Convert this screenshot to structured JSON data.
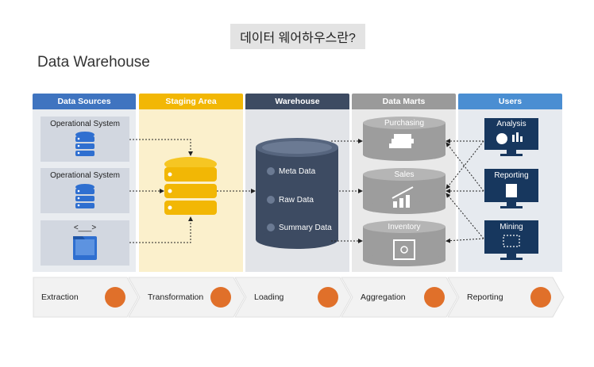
{
  "heading_badge": "데이터 웨어하우스란?",
  "page_title": "Data Warehouse",
  "columns": {
    "sources": "Data Sources",
    "staging": "Staging Area",
    "warehouse": "Warehouse",
    "marts": "Data Marts",
    "users": "Users"
  },
  "sources": [
    "Operational System",
    "Operational System",
    "<___>"
  ],
  "warehouse_layers": [
    "Meta Data",
    "Raw Data",
    "Summary Data"
  ],
  "marts": [
    "Purchasing",
    "Sales",
    "Inventory"
  ],
  "users": [
    "Analysis",
    "Reporting",
    "Mining"
  ],
  "process": [
    "Extraction",
    "Transformation",
    "Loading",
    "Aggregation",
    "Reporting"
  ],
  "colors": {
    "sources": "#3f74c0",
    "staging": "#f2b705",
    "warehouse": "#3d4b62",
    "marts": "#9a9a9a",
    "users": "#4a8ed2",
    "process_icon": "#e0702a"
  },
  "icons": {
    "sources": [
      "database-icon",
      "database-icon",
      "folder-icon"
    ],
    "marts": [
      "money-icon",
      "growth-chart-icon",
      "safe-icon"
    ],
    "users": [
      "pie-chart-monitor-icon",
      "document-monitor-icon",
      "mining-monitor-icon"
    ],
    "process": [
      "extraction-icon",
      "transformation-icon",
      "loading-icon",
      "aggregation-icon",
      "reporting-icon"
    ]
  }
}
